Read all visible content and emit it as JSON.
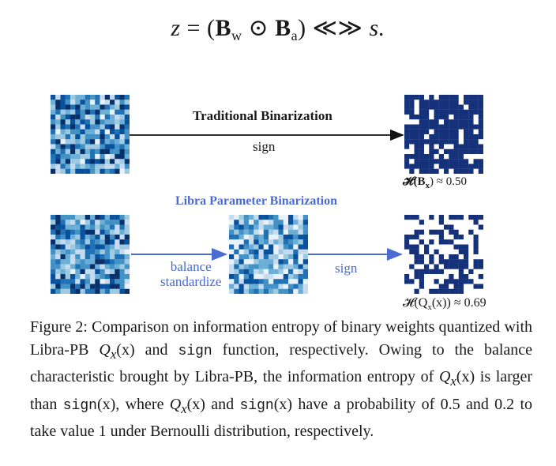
{
  "equation": {
    "z": "z",
    "eq": "=",
    "B": "B",
    "w": "w",
    "odot": "⊙",
    "a": "a",
    "shift": "≪≫",
    "s": "s."
  },
  "figure": {
    "traditional_title": "Traditional Binarization",
    "traditional_arrow_label": "sign",
    "entropy_traditional": "𝓗(B",
    "entropy_traditional_sub": "x",
    "entropy_traditional_value": ") ≈ 0.50",
    "libra_title": "Libra Parameter Binarization",
    "balance_label_1": "balance",
    "balance_label_2": "standardize",
    "libra_sign_label": "sign",
    "entropy_libra": "𝓗(Q",
    "entropy_libra_sub": "x",
    "entropy_libra_value": "(x)) ≈ 0.69",
    "colors": {
      "accent_blue": "#4a6bd0",
      "binary_dark": "#14317a",
      "arrow_black": "#111111"
    }
  },
  "caption": {
    "figure_label": "Figure 2:",
    "t1": "Comparison on information entropy of binary weights quantized with Libra-PB",
    "q1": "Q",
    "q1_sub": "x",
    "q1_arg": "(x)",
    "t2": "and",
    "mono1": "sign",
    "t3": "function, respectively. Owing to the balance characteristic brought by Libra-PB, the information entropy of",
    "q2": "Q",
    "q2_sub": "x",
    "q2_arg": "(x)",
    "t4": "is larger than",
    "mono2": "sign",
    "mono2_arg": "(x)",
    "t5": ", where",
    "q3": "Q",
    "q3_sub": "x",
    "q3_arg": "(x)",
    "t6": "and",
    "mono3": "sign",
    "mono3_arg": "(x)",
    "t7": "have a probability of 0.5 and 0.2 to take value 1 under Bernoulli distribution, respectively."
  }
}
